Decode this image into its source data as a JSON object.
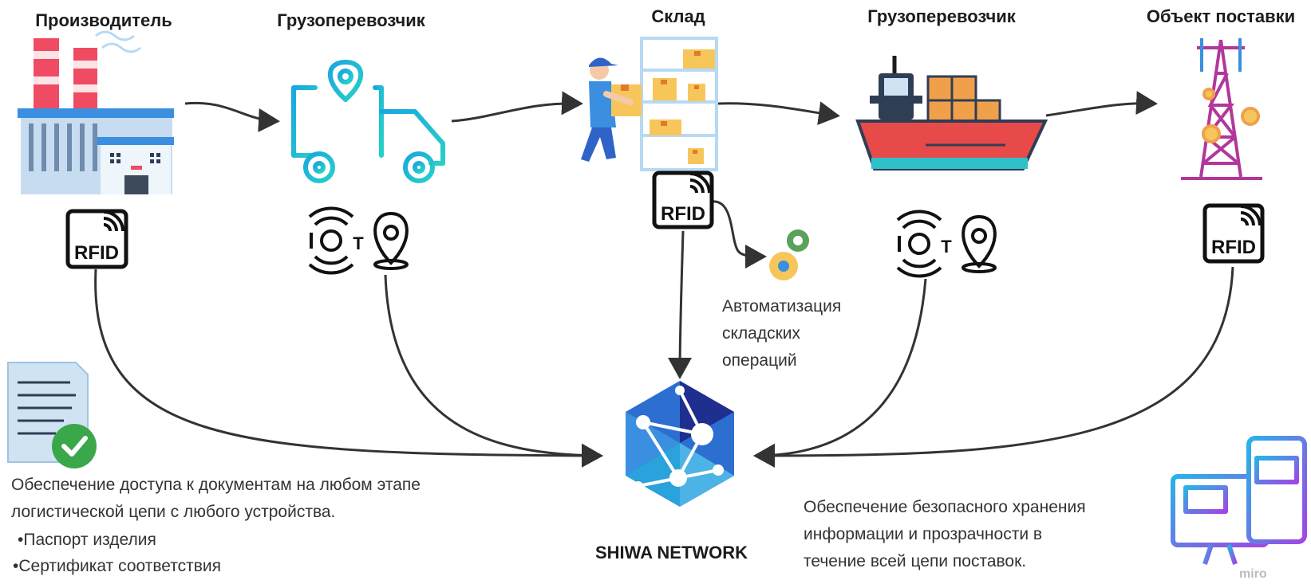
{
  "stages": [
    {
      "label": "Производитель",
      "tracker": "RFID"
    },
    {
      "label": "Грузоперевозчик",
      "tracker": "IoT + GPS"
    },
    {
      "label": "Склад",
      "tracker": "RFID"
    },
    {
      "label": "Грузоперевозчик",
      "tracker": "IoT + GPS"
    },
    {
      "label": "Объект поставки",
      "tracker": "RFID"
    }
  ],
  "rfid_text": "RFID",
  "iot_text": "IOT",
  "automation": [
    "Автоматизация",
    "складских",
    "операций"
  ],
  "network": {
    "label": "SHIWA NETWORK"
  },
  "left_note": {
    "lines": [
      "Обеспечение доступа к документам на любом этапе",
      "логистической цепи с любого устройства."
    ],
    "items": [
      "Паспорт изделия",
      "Сертификат соответствия"
    ]
  },
  "right_note": {
    "lines": [
      "Обеспечение безопасного  хранения",
      "информации и прозрачности в",
      "течение  всей цепи поставок."
    ]
  },
  "watermark": "miro",
  "colors": {
    "arrow": "#333333",
    "network_dark": "#1e2f8f",
    "network_light": "#4db3e6",
    "truck": "#1fb6d9",
    "devices": "#8a4fe0",
    "ship_red": "#e84a4a",
    "tower": "#b1379b"
  }
}
